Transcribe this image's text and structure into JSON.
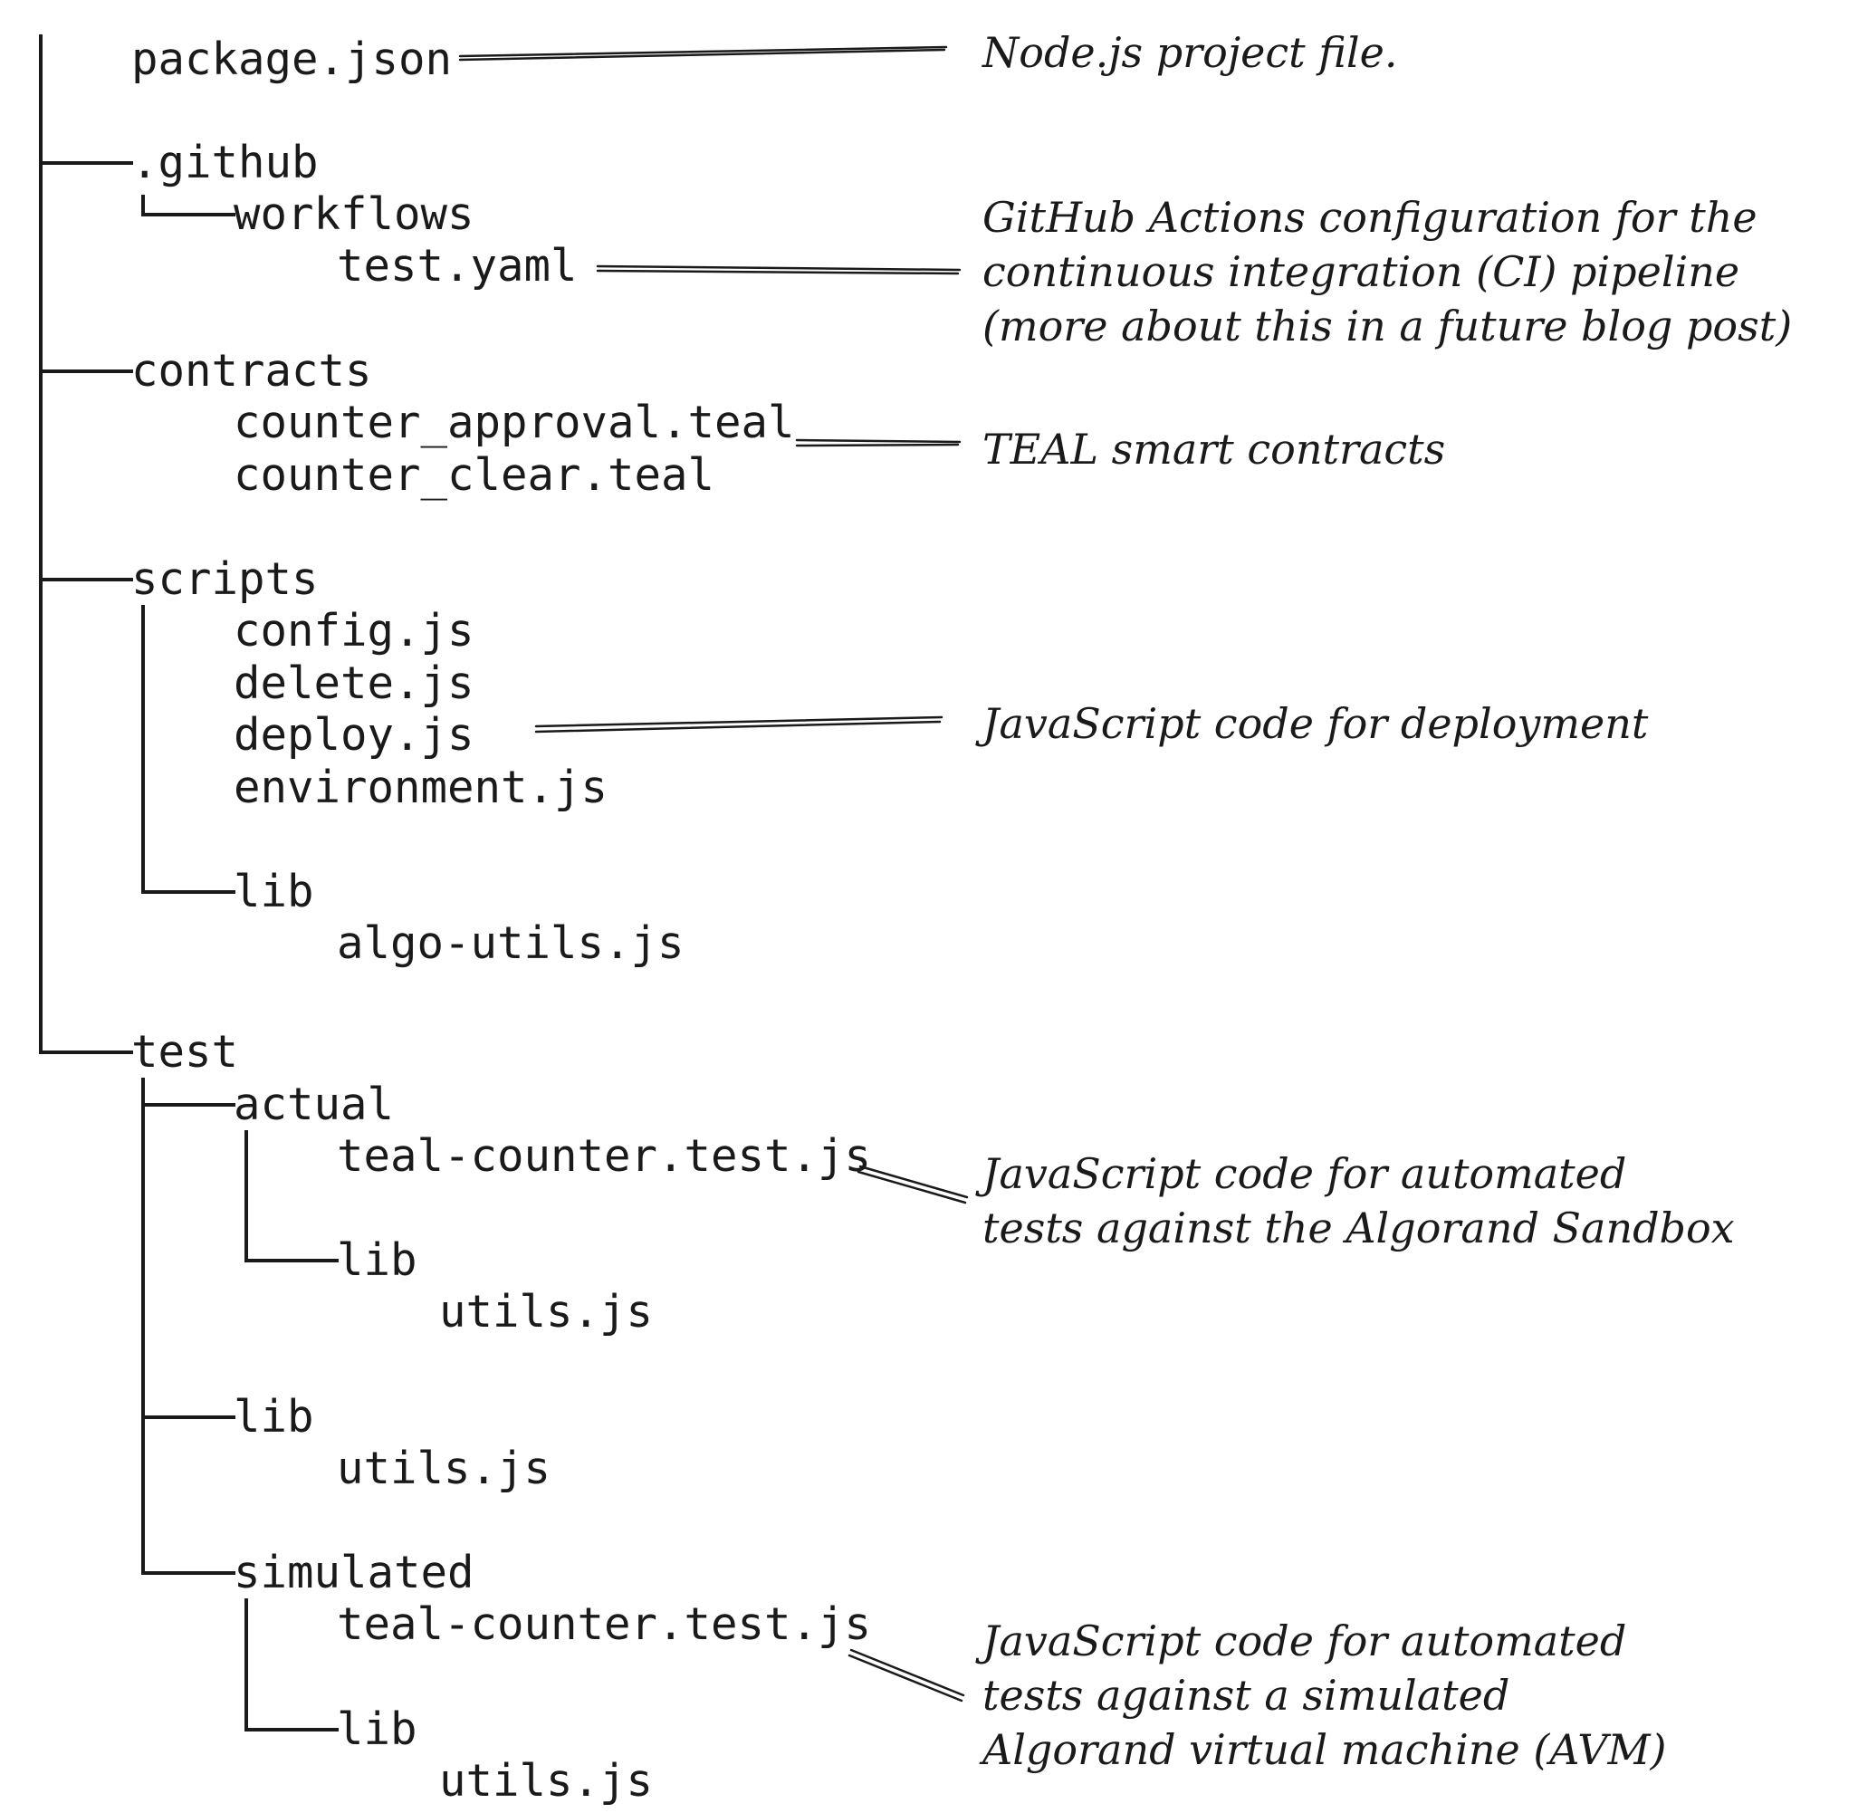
{
  "tree": {
    "items": [
      "package.json",
      ".github",
      "workflows",
      "test.yaml",
      "contracts",
      "counter_approval.teal",
      "counter_clear.teal",
      "scripts",
      "config.js",
      "delete.js",
      "deploy.js",
      "environment.js",
      "lib",
      "algo-utils.js",
      "test",
      "actual",
      "teal-counter.test.js",
      "lib",
      "utils.js",
      "lib",
      "utils.js",
      "simulated",
      "teal-counter.test.js",
      "lib",
      "utils.js"
    ]
  },
  "annotations": [
    {
      "lines": [
        "Node.js project file."
      ]
    },
    {
      "lines": [
        "GitHub Actions configuration for the",
        "continuous integration (CI) pipeline",
        "(more about this in a future blog post)"
      ]
    },
    {
      "lines": [
        "TEAL smart contracts"
      ]
    },
    {
      "lines": [
        "JavaScript code for deployment"
      ]
    },
    {
      "lines": [
        "JavaScript code for automated",
        "tests against the Algorand Sandbox"
      ]
    },
    {
      "lines": [
        "JavaScript code for automated",
        "tests against a simulated",
        "Algorand virtual machine (AVM)"
      ]
    }
  ]
}
